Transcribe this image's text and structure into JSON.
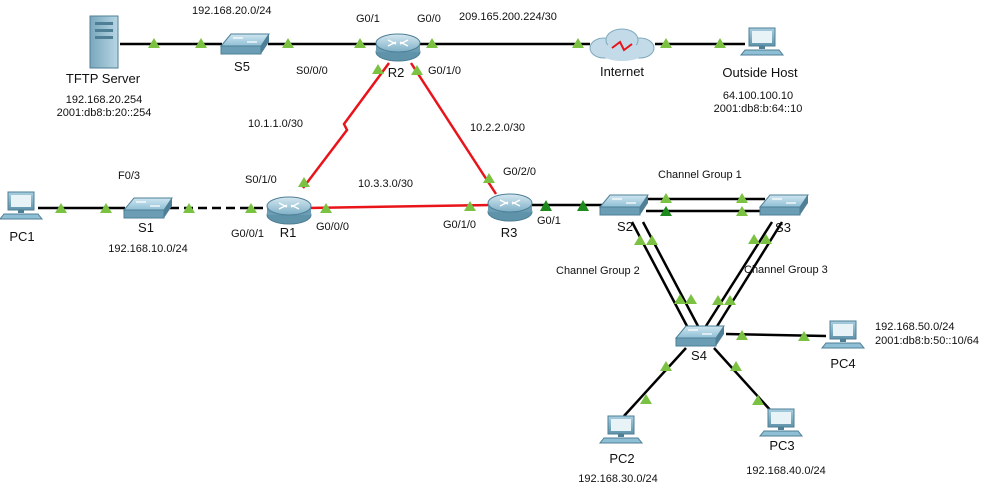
{
  "colors": {
    "ethernet": "#000000",
    "serial": "#e8141a",
    "link_up": "#7cc242",
    "link_up_dark": "#1e8a1e",
    "device_body": "#8fbfd4",
    "device_dark": "#4e7f96"
  },
  "devices": {
    "tftp": {
      "name": "TFTP Server",
      "ipv4": "192.168.20.254",
      "ipv6": "2001:db8:b:20::254"
    },
    "s5": {
      "name": "S5"
    },
    "r2": {
      "name": "R2"
    },
    "internet": {
      "name": "Internet"
    },
    "outside": {
      "name": "Outside Host",
      "ipv4": "64.100.100.10",
      "ipv6": "2001:db8:b:64::10"
    },
    "pc1": {
      "name": "PC1"
    },
    "s1": {
      "name": "S1"
    },
    "r1": {
      "name": "R1"
    },
    "r3": {
      "name": "R3"
    },
    "s2": {
      "name": "S2"
    },
    "s3": {
      "name": "S3"
    },
    "s4": {
      "name": "S4"
    },
    "pc2": {
      "name": "PC2"
    },
    "pc3": {
      "name": "PC3"
    },
    "pc4": {
      "name": "PC4"
    }
  },
  "networks": {
    "lan20": "192.168.20.0/24",
    "isp": "209.165.200.224/30",
    "n1": "10.1.1.0/30",
    "n2": "10.2.2.0/30",
    "n3": "10.3.3.0/30",
    "lan10": "192.168.10.0/24",
    "lan30": "192.168.30.0/24",
    "lan40": "192.168.40.0/24",
    "lan50": "192.168.50.0/24",
    "lan50v6": "2001:db8:b:50::10/64"
  },
  "interfaces": {
    "r2_g01": "G0/1",
    "r2_g00": "G0/0",
    "r2_s000": "S0/0/0",
    "r2_g010": "G0/1/0",
    "r1_s010": "S0/1/0",
    "r1_g001": "G0/0/1",
    "r1_g000": "G0/0/0",
    "s1_f03": "F0/3",
    "r3_g020": "G0/2/0",
    "r3_g010": "G0/1/0",
    "r3_g01": "G0/1"
  },
  "channel_groups": {
    "cg1": "Channel Group 1",
    "cg2": "Channel Group 2",
    "cg3": "Channel Group 3"
  }
}
